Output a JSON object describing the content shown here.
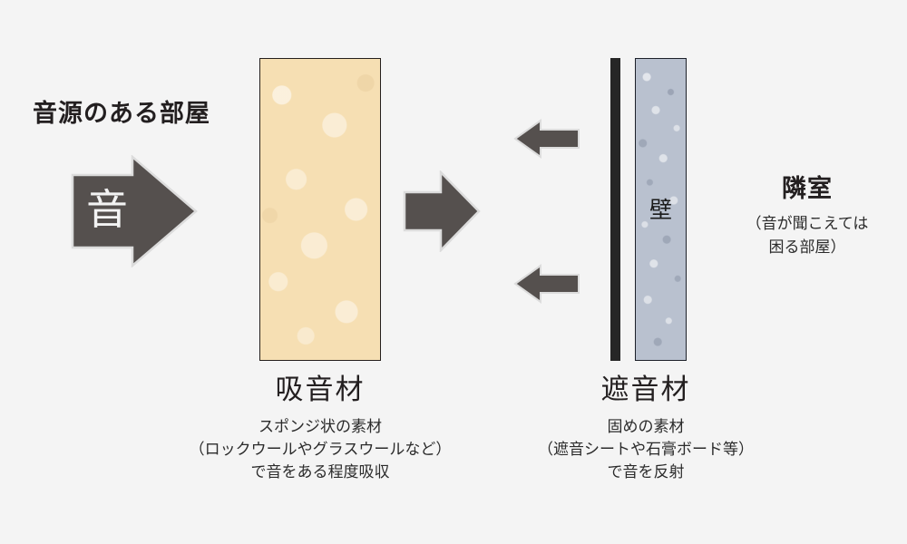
{
  "colors": {
    "background": "#f4f4f4",
    "arrow": "#55504e",
    "arrow_outline": "#d8d8d8",
    "absorber_fill": "#f6dfb3",
    "absorber_border": "#241f1c",
    "wall_bar": "#262626",
    "insulator_fill": "#b9c1cf",
    "insulator_border": "#1c2029",
    "text": "#231f20",
    "arrow_text": "#f3f3f3"
  },
  "source_room": {
    "label": "音源のある部屋"
  },
  "neighbor_room": {
    "label": "隣室",
    "sub_lines": [
      "（音が聞こえては",
      "困る部屋）"
    ]
  },
  "arrows": {
    "sound_in": {
      "text": "音",
      "direction": "right",
      "name": "sound-source-arrow"
    },
    "transmitted": {
      "text": "",
      "direction": "right",
      "name": "transmitted-sound-arrow"
    },
    "reflected_top": {
      "text": "",
      "direction": "left",
      "name": "reflected-sound-arrow-top"
    },
    "reflected_bottom": {
      "text": "",
      "direction": "left",
      "name": "reflected-sound-arrow-bottom"
    }
  },
  "wall": {
    "label": "壁"
  },
  "absorber": {
    "title": "吸音材",
    "description_lines": [
      "スポンジ状の素材",
      "（ロックウールやグラスウールなど）",
      "で音をある程度吸収"
    ]
  },
  "insulator": {
    "title": "遮音材",
    "description_lines": [
      "固めの素材",
      "（遮音シートや石膏ボード等）",
      "で音を反射"
    ]
  }
}
